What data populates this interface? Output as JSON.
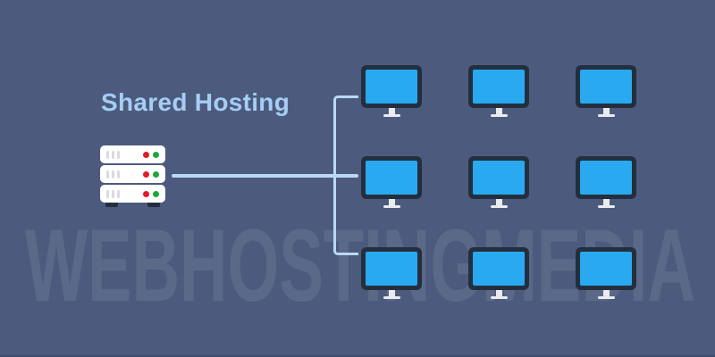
{
  "title": {
    "label": "Shared Hosting"
  },
  "watermark": {
    "text": "WEBHOSTINGMEDIA"
  },
  "server": {
    "units": 3,
    "vents_per_unit": 3,
    "leds": [
      "red",
      "green"
    ]
  },
  "clients": {
    "rows": 3,
    "cols": 3,
    "count": 9
  },
  "colors": {
    "background": "#4C5B7D",
    "title_text": "#A6CDF3",
    "connector_line": "#B9D9F4",
    "monitor_frame": "#232F3E",
    "monitor_screen": "#29A9F0",
    "monitor_stand": "#E9EBEE",
    "server_body": "#FFFFFF",
    "server_vents": "#D9DBE0",
    "led_red": "#E21B27",
    "led_green": "#1FA73F",
    "watermark_text": "rgba(255,255,255,0.085)"
  }
}
